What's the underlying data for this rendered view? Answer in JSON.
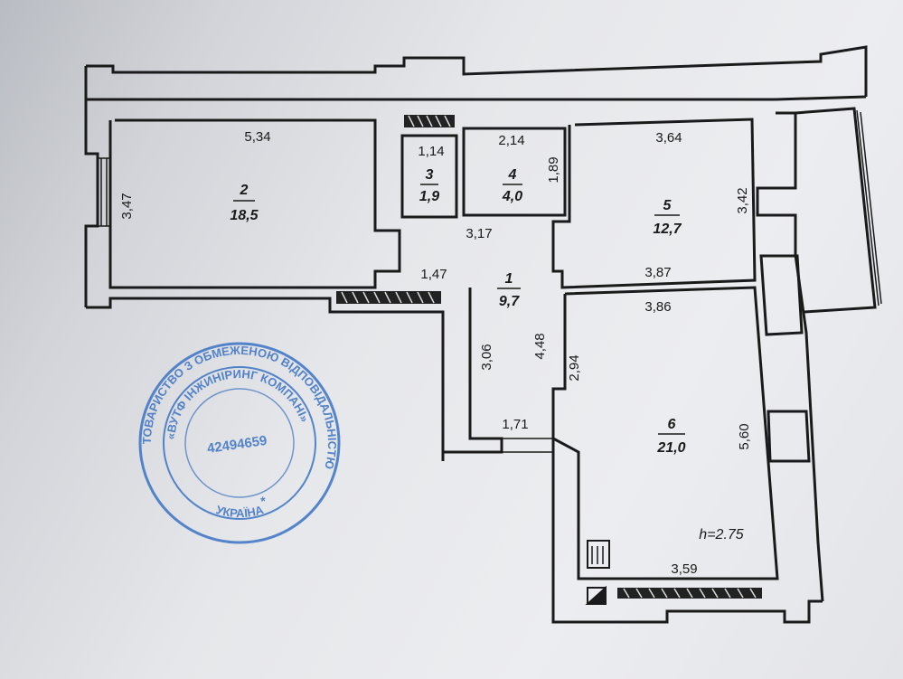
{
  "plan": {
    "rooms": [
      {
        "id": "1",
        "number": "1",
        "area": "9,7"
      },
      {
        "id": "2",
        "number": "2",
        "area": "18,5"
      },
      {
        "id": "3",
        "number": "3",
        "area": "1,9"
      },
      {
        "id": "4",
        "number": "4",
        "area": "4,0"
      },
      {
        "id": "5",
        "number": "5",
        "area": "12,7"
      },
      {
        "id": "6",
        "number": "6",
        "area": "21,0"
      }
    ],
    "dimensions": {
      "d_534": "5,34",
      "d_347": "3,47",
      "d_114": "1,14",
      "d_214": "2,14",
      "d_189": "1,89",
      "d_364": "3,64",
      "d_342": "3,42",
      "d_317": "3,17",
      "d_147": "1,47",
      "d_387": "3,87",
      "d_386": "3,86",
      "d_306": "3,06",
      "d_448": "4,48",
      "d_294": "2,94",
      "d_171": "1,71",
      "d_560": "5,60",
      "d_359": "3,59"
    },
    "ceiling_height": "h=2.75"
  },
  "stamp": {
    "outer_text": "ТОВАРИСТВО З ОБМЕЖЕНОЮ ВІДПОВІДАЛЬНІСТЮ",
    "inner_text": "«ВУТФ ІНЖИНІРИНГ КОМПАНІ»",
    "code": "42494659",
    "country": "УКРАЇНА",
    "color": "#3a72c4"
  }
}
